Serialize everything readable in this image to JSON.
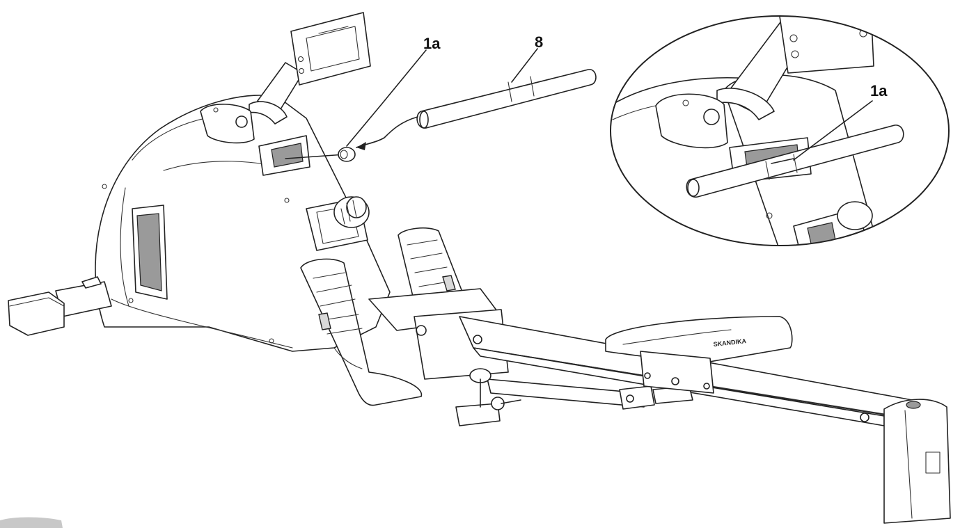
{
  "callouts": {
    "label_1a": "1a",
    "label_8": "8",
    "label_1a_detail": "1a"
  },
  "seat_brand": "SKANDIKA",
  "colors": {
    "line": "#222222",
    "background": "#ffffff",
    "corner_tab": "#c8c8c8"
  }
}
